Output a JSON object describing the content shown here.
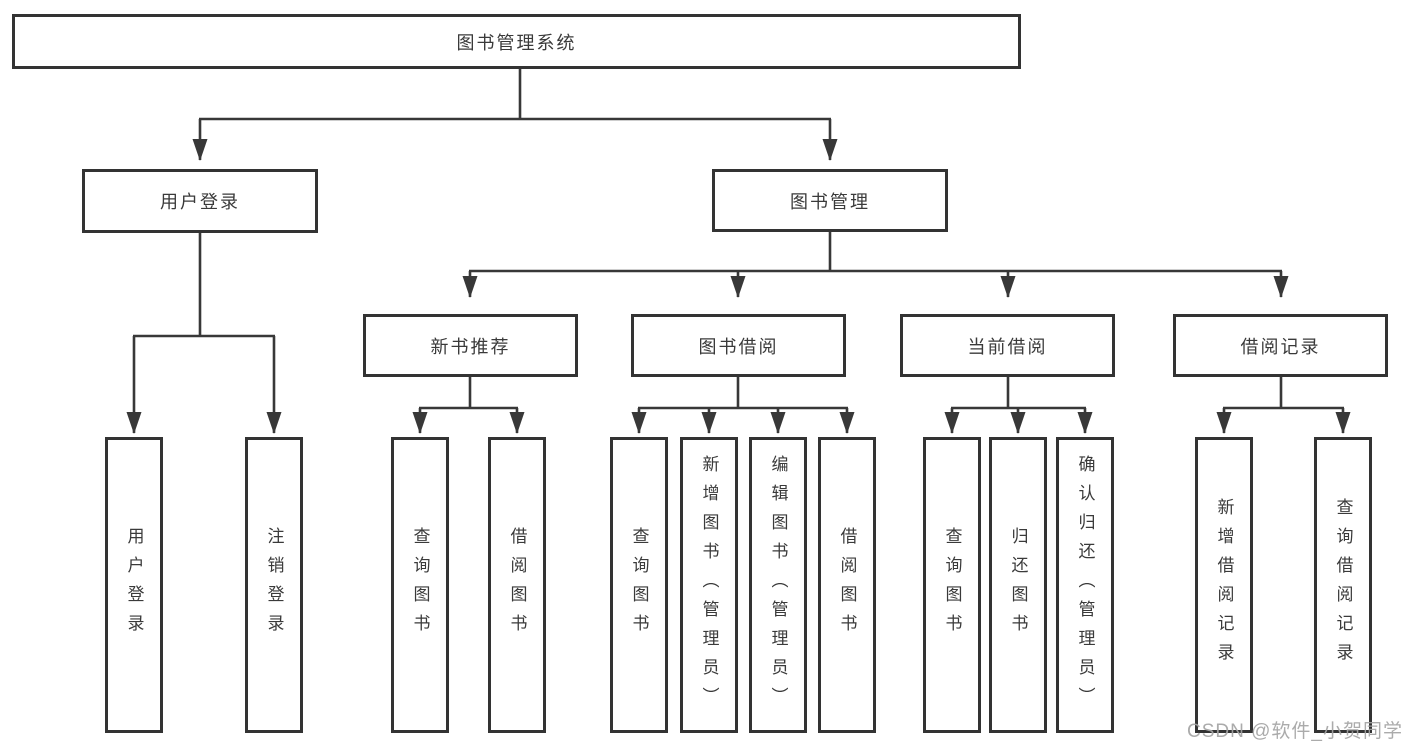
{
  "tree": {
    "label": "图书管理系统",
    "children": [
      {
        "label": "用户登录",
        "children": [
          {
            "label": "用户登录"
          },
          {
            "label": "注销登录"
          }
        ]
      },
      {
        "label": "图书管理",
        "children": [
          {
            "label": "新书推荐",
            "children": [
              {
                "label": "查询图书"
              },
              {
                "label": "借阅图书"
              }
            ]
          },
          {
            "label": "图书借阅",
            "children": [
              {
                "label": "查询图书"
              },
              {
                "label": "新增图书（管理员）"
              },
              {
                "label": "编辑图书（管理员）"
              },
              {
                "label": "借阅图书"
              }
            ]
          },
          {
            "label": "当前借阅",
            "children": [
              {
                "label": "查询图书"
              },
              {
                "label": "归还图书"
              },
              {
                "label": "确认归还（管理员）"
              }
            ]
          },
          {
            "label": "借阅记录",
            "children": [
              {
                "label": "新增借阅记录"
              },
              {
                "label": "查询借阅记录"
              }
            ]
          }
        ]
      }
    ]
  },
  "watermark": {
    "text": "CSDN @软件_小贺同学"
  },
  "colors": {
    "line": "#383838",
    "box_border": "#333333",
    "text": "#3a3a3a",
    "watermark": "#a4a4a4",
    "background": "#ffffff"
  }
}
